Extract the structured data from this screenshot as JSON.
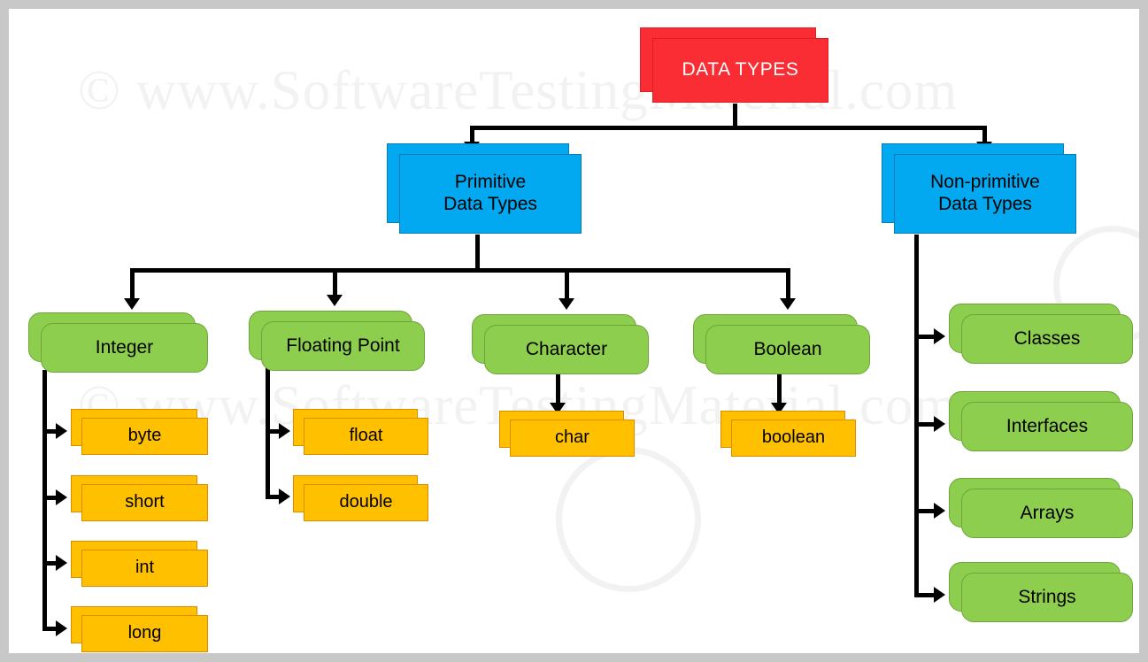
{
  "meta": {
    "title": "Java Data Types Diagram",
    "frame_color": "#c8c8c8",
    "canvas_color": "#ffffff"
  },
  "watermark": {
    "line1": "©  www.SoftwareTestingMaterial.com",
    "line2": "©  www.SoftwareTestingMaterial.com",
    "color": "#f2f2f2"
  },
  "palette": {
    "red": "#f92d33",
    "blue": "#03a9f0",
    "green": "#8dce4e",
    "orange": "#ffc000",
    "connector": "#000000",
    "text_dark": "#000000",
    "text_light": "#ffffff"
  },
  "diagram": {
    "root": {
      "label": "DATA TYPES",
      "color": "#f92d33"
    },
    "branches": [
      {
        "id": "primitive",
        "label_line1": "Primitive",
        "label_line2": "Data Types",
        "color": "#03a9f0",
        "children": [
          {
            "id": "integer",
            "label": "Integer",
            "color": "#8dce4e",
            "leaves": [
              {
                "label": "byte",
                "color": "#ffc000"
              },
              {
                "label": "short",
                "color": "#ffc000"
              },
              {
                "label": "int",
                "color": "#ffc000"
              },
              {
                "label": "long",
                "color": "#ffc000"
              }
            ]
          },
          {
            "id": "floating-point",
            "label": "Floating Point",
            "color": "#8dce4e",
            "leaves": [
              {
                "label": "float",
                "color": "#ffc000"
              },
              {
                "label": "double",
                "color": "#ffc000"
              }
            ]
          },
          {
            "id": "character",
            "label": "Character",
            "color": "#8dce4e",
            "leaves": [
              {
                "label": "char",
                "color": "#ffc000"
              }
            ]
          },
          {
            "id": "boolean",
            "label": "Boolean",
            "color": "#8dce4e",
            "leaves": [
              {
                "label": "boolean",
                "color": "#ffc000"
              }
            ]
          }
        ]
      },
      {
        "id": "non-primitive",
        "label_line1": "Non-primitive",
        "label_line2": "Data Types",
        "color": "#03a9f0",
        "children": [
          {
            "id": "classes",
            "label": "Classes",
            "color": "#8dce4e",
            "leaves": []
          },
          {
            "id": "interfaces",
            "label": "Interfaces",
            "color": "#8dce4e",
            "leaves": []
          },
          {
            "id": "arrays",
            "label": "Arrays",
            "color": "#8dce4e",
            "leaves": []
          },
          {
            "id": "strings",
            "label": "Strings",
            "color": "#8dce4e",
            "leaves": []
          }
        ]
      }
    ]
  }
}
